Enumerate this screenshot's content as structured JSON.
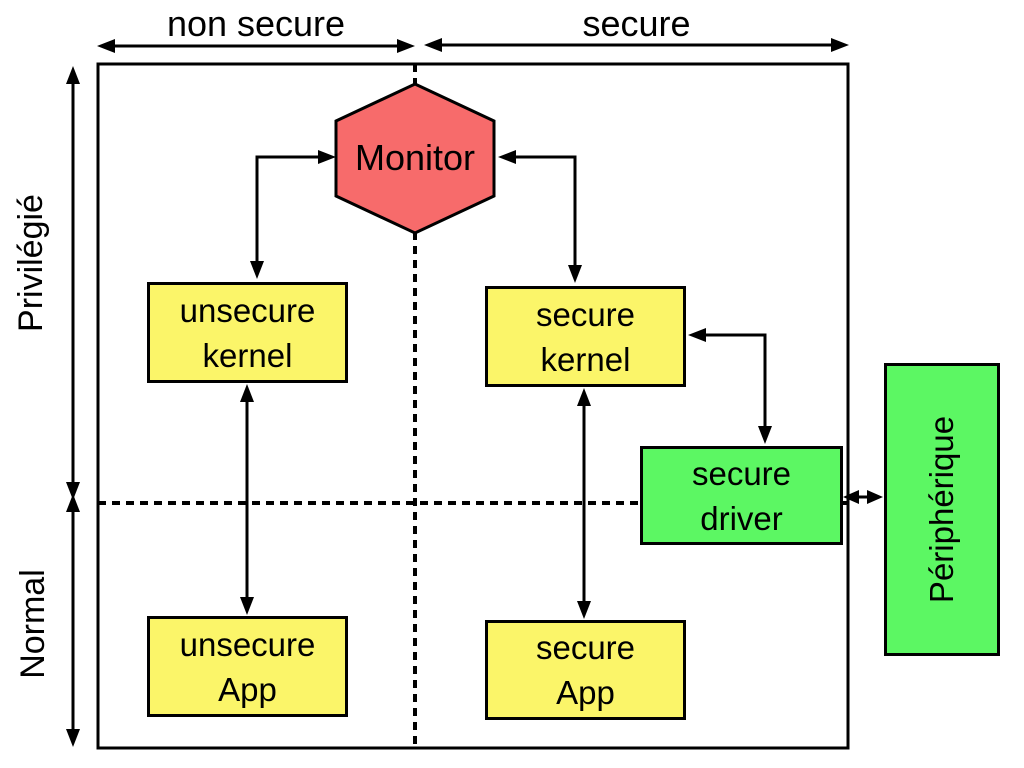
{
  "diagram": {
    "title_semantic": "TrustZone secure / non-secure world architecture",
    "axes": {
      "top_left_label": "non secure",
      "top_right_label": "secure",
      "left_top_label": "Privilégié",
      "left_bottom_label": "Normal"
    },
    "nodes": {
      "monitor": {
        "label": "Monitor",
        "shape": "hexagon",
        "color": "#f76b6b"
      },
      "unsecure_kernel": {
        "label": "unsecure\nkernel",
        "shape": "rectangle",
        "color": "#fbf569"
      },
      "secure_kernel": {
        "label": "secure\nkernel",
        "shape": "rectangle",
        "color": "#fbf569"
      },
      "unsecure_app": {
        "label": "unsecure\nApp",
        "shape": "rectangle",
        "color": "#fbf569"
      },
      "secure_app": {
        "label": "secure\nApp",
        "shape": "rectangle",
        "color": "#fbf569"
      },
      "secure_driver": {
        "label": "secure\ndriver",
        "shape": "rectangle",
        "color": "#5cf763"
      },
      "peripheral": {
        "label": "Périphérique",
        "shape": "rectangle",
        "color": "#5cf763"
      }
    },
    "edges": [
      {
        "from": "unsecure_kernel",
        "to": "monitor",
        "type": "elbow",
        "heads": "both"
      },
      {
        "from": "secure_kernel",
        "to": "monitor",
        "type": "elbow",
        "heads": "both"
      },
      {
        "from": "unsecure_kernel",
        "to": "unsecure_app",
        "type": "straight",
        "heads": "both"
      },
      {
        "from": "secure_kernel",
        "to": "secure_app",
        "type": "straight",
        "heads": "both"
      },
      {
        "from": "secure_kernel",
        "to": "secure_driver",
        "type": "elbow",
        "heads": "both"
      },
      {
        "from": "secure_driver",
        "to": "peripheral",
        "type": "straight",
        "heads": "both"
      }
    ],
    "dividers": {
      "vertical_dashed": "separates non secure and secure worlds",
      "horizontal_dashed": "separates privileged and normal levels"
    }
  }
}
